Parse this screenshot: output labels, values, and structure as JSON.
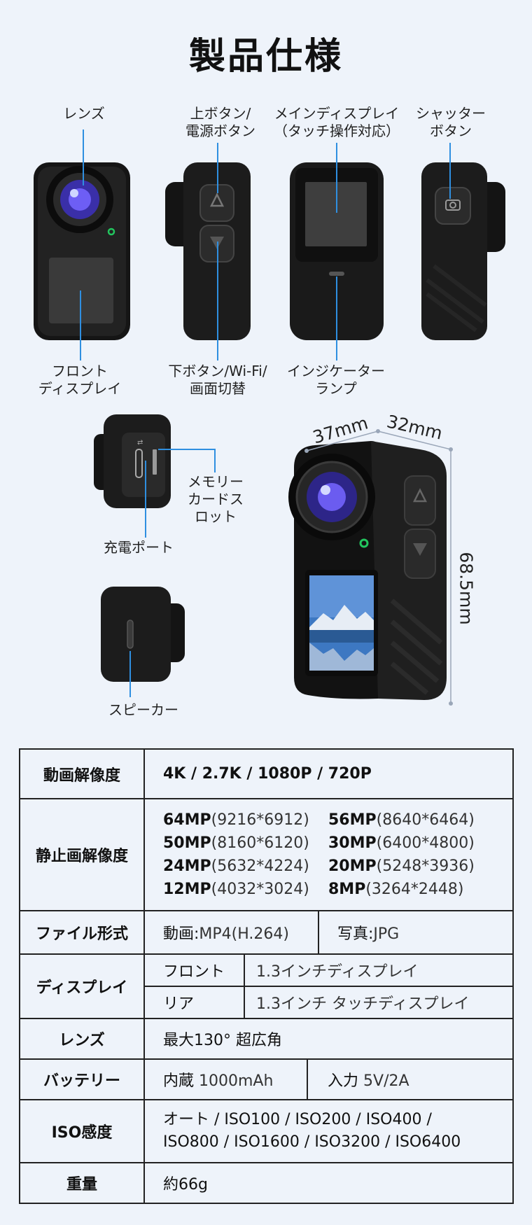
{
  "title": "製品仕様",
  "labels": {
    "lens": "レンズ",
    "up_button": [
      "上ボタン/",
      "電源ボタン"
    ],
    "main_display": [
      "メインディスプレイ",
      "（タッチ操作対応）"
    ],
    "shutter": [
      "シャッター",
      "ボタン"
    ],
    "front_display": [
      "フロント",
      "ディスプレイ"
    ],
    "down_button": [
      "下ボタン/Wi-Fi/",
      "画面切替"
    ],
    "indicator": [
      "インジケーター",
      "ランプ"
    ],
    "memory_card": [
      "メモリー",
      "カードス",
      "ロット"
    ],
    "charge_port": "充電ポート",
    "speaker": "スピーカー"
  },
  "dimensions": {
    "width": "37mm",
    "depth": "32mm",
    "height": "68.5mm"
  },
  "specs": {
    "video_res": {
      "label": "動画解像度",
      "value": "4K / 2.7K / 1080P / 720P"
    },
    "still_res": {
      "label": "静止画解像度",
      "items": [
        {
          "mp": "64MP",
          "px": "(9216*6912)"
        },
        {
          "mp": "56MP",
          "px": "(8640*6464)"
        },
        {
          "mp": "50MP",
          "px": "(8160*6120)"
        },
        {
          "mp": "30MP",
          "px": "(6400*4800)"
        },
        {
          "mp": "24MP",
          "px": "(5632*4224)"
        },
        {
          "mp": "20MP",
          "px": "(5248*3936)"
        },
        {
          "mp": "12MP",
          "px": "(4032*3024)"
        },
        {
          "mp": "8MP",
          "px": "(3264*2448)"
        }
      ]
    },
    "file_format": {
      "label": "ファイル形式",
      "video_k": "動画:",
      "video_v": "MP4(H.264)",
      "photo_k": "写真:",
      "photo_v": "JPG"
    },
    "display": {
      "label": "ディスプレイ",
      "front_k": "フロント",
      "front_v": "1.3インチディスプレイ",
      "rear_k": "リア",
      "rear_v": "1.3インチ タッチディスプレイ"
    },
    "lens": {
      "label": "レンズ",
      "value": "最大130° 超広角"
    },
    "battery": {
      "label": "バッテリー",
      "cap_k": "内蔵",
      "cap_v": "1000mAh",
      "in_k": "入力",
      "in_v": "5V/2A"
    },
    "iso": {
      "label": "ISO感度",
      "line1": "オート / ISO100 / ISO200 / ISO400 /",
      "line2": "ISO800 / ISO1600 / ISO3200 / ISO6400"
    },
    "weight": {
      "label": "重量",
      "value": "約66g"
    }
  },
  "colors": {
    "accent_line": "#2f8fe0",
    "background": "#eef3fa",
    "indicator_led": "#22c55e"
  }
}
